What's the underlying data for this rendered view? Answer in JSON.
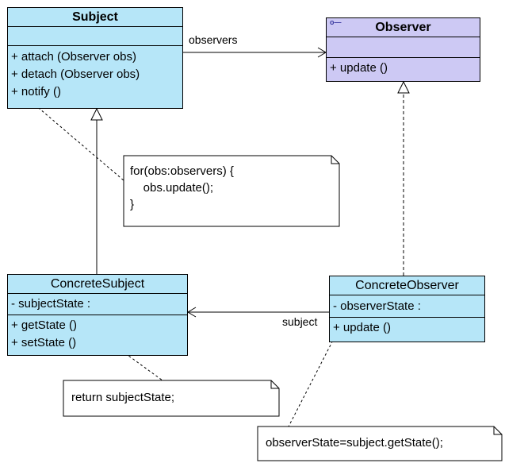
{
  "classes": {
    "subject": {
      "name": "Subject",
      "attributes": [],
      "operations": [
        "+ attach (Observer obs)",
        "+ detach (Observer obs)",
        "+ notify ()"
      ]
    },
    "observer": {
      "name": "Observer",
      "icon": "interface-icon",
      "attributes": [],
      "operations": [
        "+ update ()"
      ]
    },
    "concrete_subject": {
      "name": "ConcreteSubject",
      "attributes": [
        "-  subjectState  :"
      ],
      "operations": [
        "+ getState ()",
        "+ setState ()"
      ]
    },
    "concrete_observer": {
      "name": "ConcreteObserver",
      "attributes": [
        "-  observerState  :"
      ],
      "operations": [
        "+ update ()"
      ]
    }
  },
  "notes": {
    "notify_note": "for(obs:observers) {\n    obs.update();\n}",
    "getstate_note": "return subjectState;",
    "update_note": "observerState=subject.getState();"
  },
  "associations": {
    "observers_label": "observers",
    "subject_label": "subject"
  },
  "colors": {
    "class_fill": "#b6e6f8",
    "interface_fill": "#cdc9f4"
  }
}
